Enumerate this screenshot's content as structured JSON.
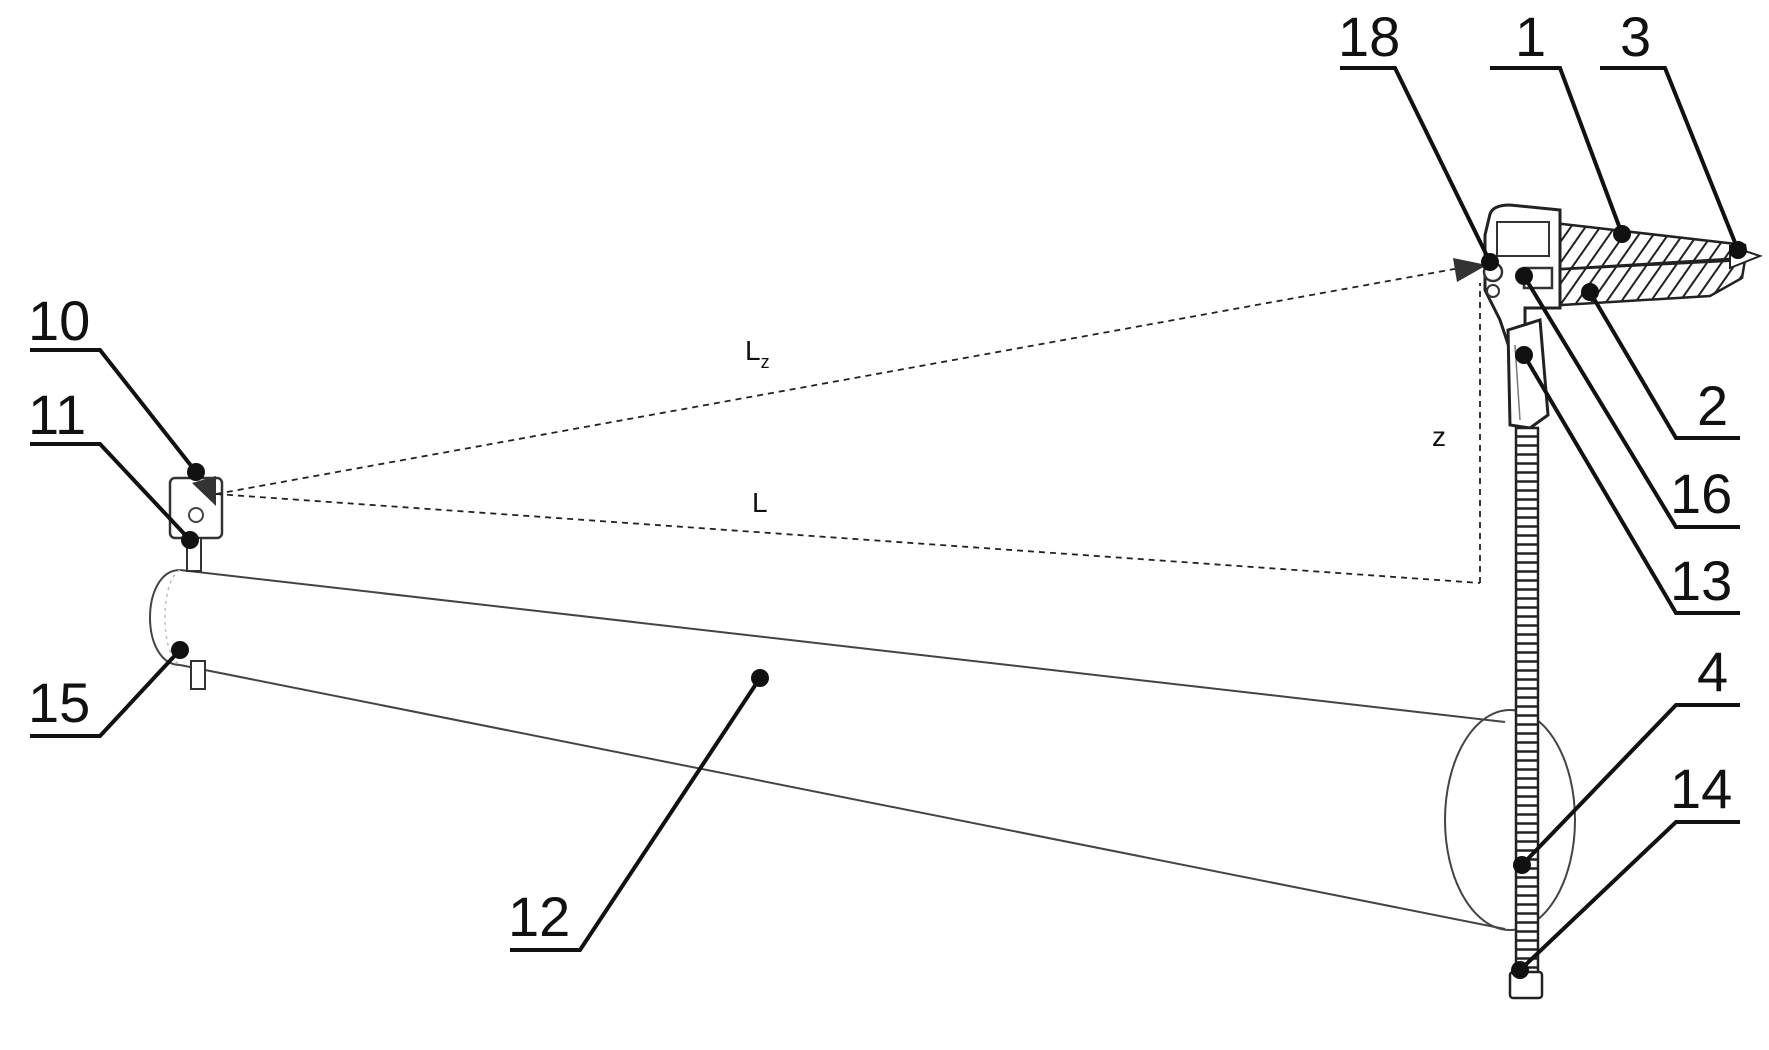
{
  "labels": {
    "l1": "1",
    "l2": "2",
    "l3": "3",
    "l4": "4",
    "l10": "10",
    "l11": "11",
    "l12": "12",
    "l13": "13",
    "l14": "14",
    "l15": "15",
    "l16": "16",
    "l18": "18"
  },
  "dimensions": {
    "lz_main": "L",
    "lz_sub": "z",
    "l": "L",
    "z": "z"
  }
}
